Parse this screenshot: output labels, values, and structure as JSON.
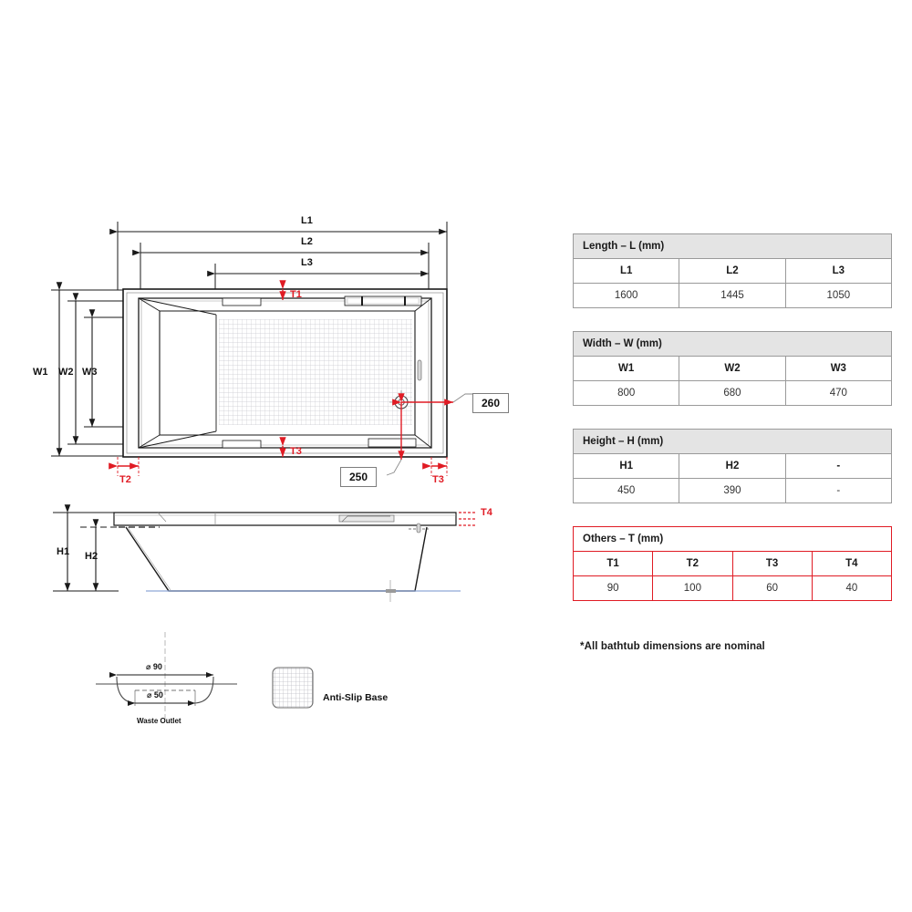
{
  "document": {
    "type": "bathtub-technical-drawing",
    "footnote": "*All bathtub dimensions are nominal"
  },
  "colors": {
    "dimension_red": "#e01b24",
    "outline_black": "#1a1a1a",
    "table_header_gray": "#e4e4e4",
    "table_border_gray": "#9a9a9a",
    "waterline_blue": "#8fa8d8"
  },
  "tables": [
    {
      "id": "length",
      "header": "Length – L (mm)",
      "accent": "gray",
      "columns": [
        "L1",
        "L2",
        "L3"
      ],
      "values": [
        "1600",
        "1445",
        "1050"
      ]
    },
    {
      "id": "width",
      "header": "Width – W (mm)",
      "accent": "gray",
      "columns": [
        "W1",
        "W2",
        "W3"
      ],
      "values": [
        "800",
        "680",
        "470"
      ]
    },
    {
      "id": "height",
      "header": "Height – H (mm)",
      "accent": "gray",
      "columns": [
        "H1",
        "H2",
        "-"
      ],
      "values": [
        "450",
        "390",
        "-"
      ]
    },
    {
      "id": "others",
      "header": "Others – T (mm)",
      "accent": "red",
      "columns": [
        "T1",
        "T2",
        "T3",
        "T4"
      ],
      "values": [
        "90",
        "100",
        "60",
        "40"
      ]
    }
  ],
  "top_view": {
    "dimension_labels": {
      "l1": "L1",
      "l2": "L2",
      "l3": "L3",
      "w1": "W1",
      "w2": "W2",
      "w3": "W3",
      "t1": "T1",
      "t2": "T2",
      "t3_bottom": "T3",
      "t3_right": "T3"
    },
    "callouts": {
      "waste_horizontal": "260",
      "waste_vertical": "250"
    }
  },
  "side_view": {
    "dimension_labels": {
      "h1": "H1",
      "h2": "H2",
      "t4": "T4"
    }
  },
  "waste_outlet_detail": {
    "title": "Waste Outlet",
    "outer_diameter": "⌀ 90",
    "inner_diameter": "⌀ 50"
  },
  "anti_slip_detail": {
    "label": "Anti-Slip Base"
  }
}
